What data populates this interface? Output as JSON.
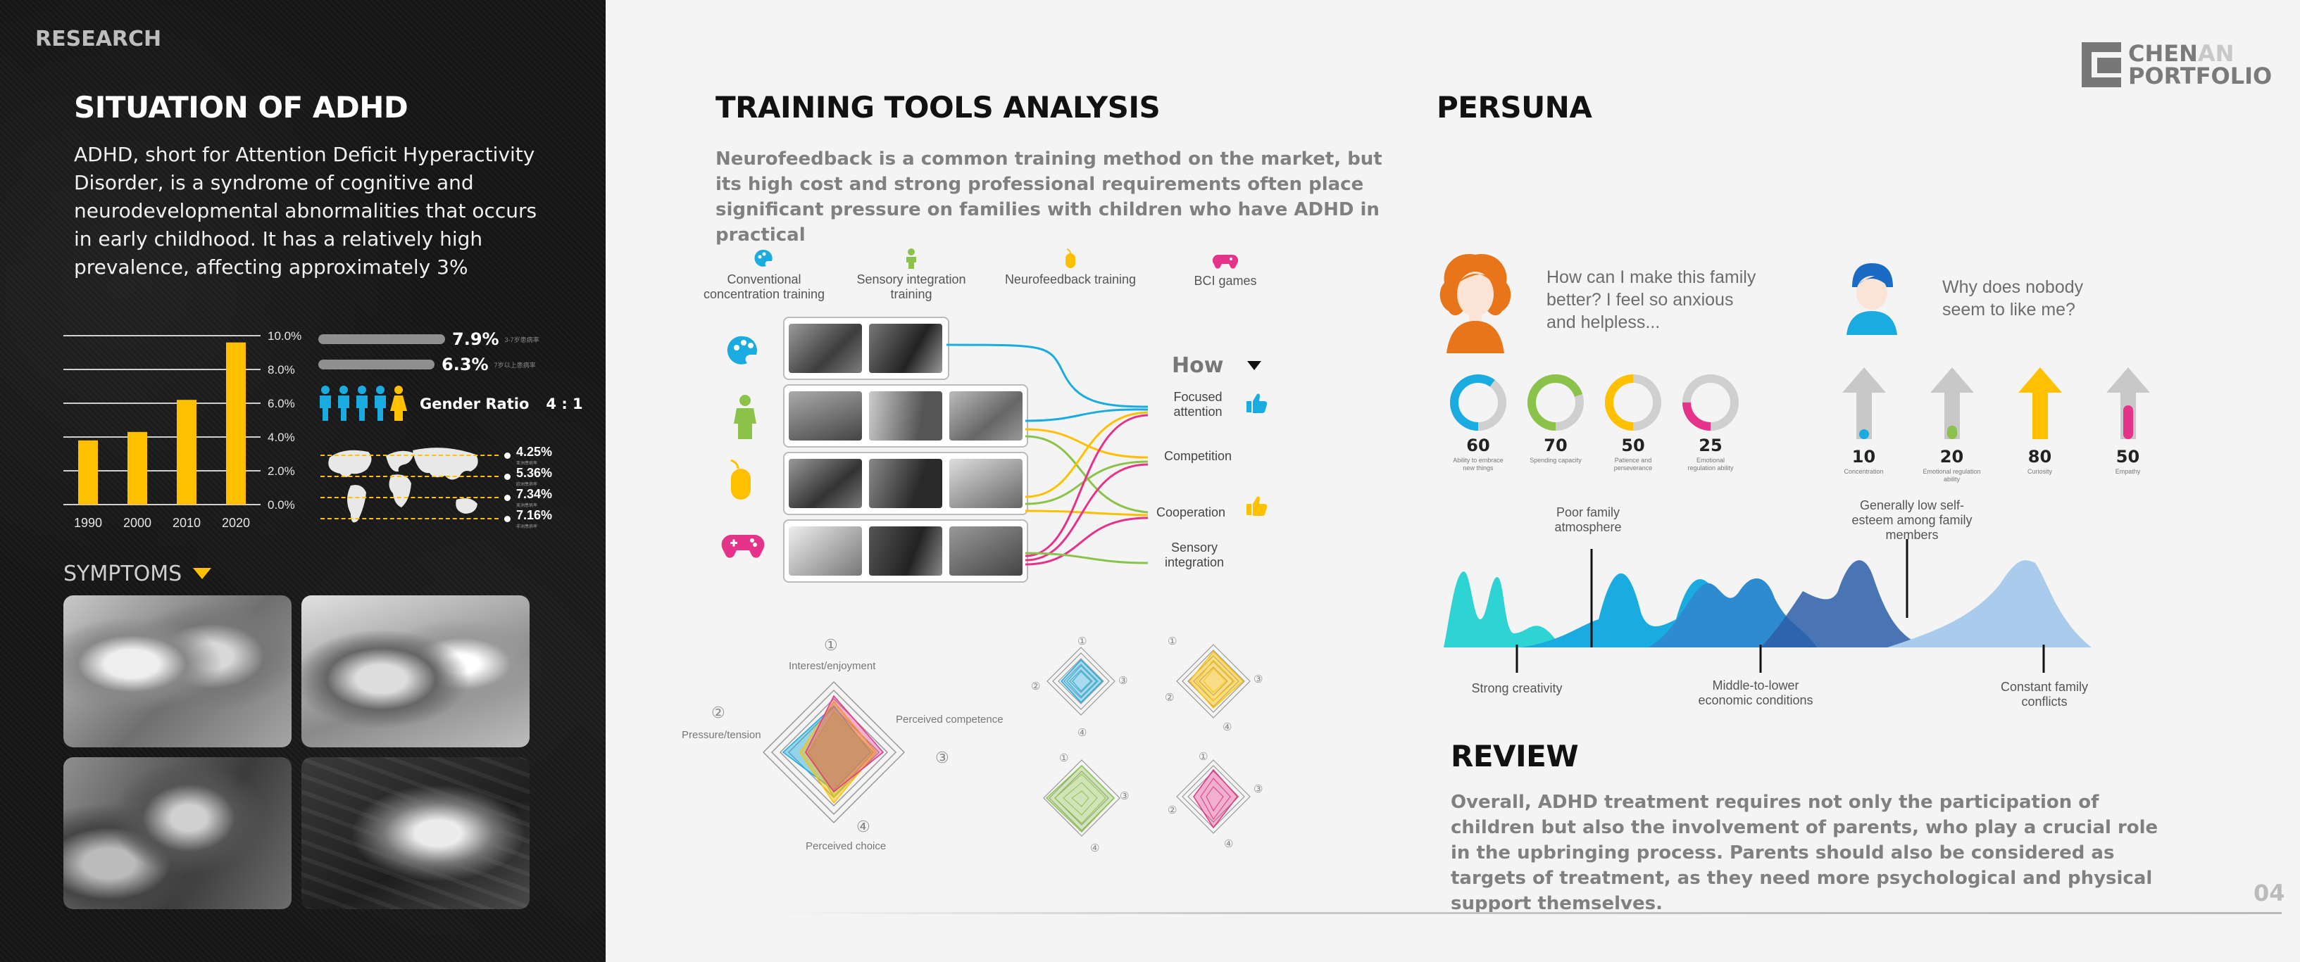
{
  "left": {
    "section_label": "RESEARCH",
    "title": "SITUATION OF ADHD",
    "intro": "ADHD, short for Attention Deficit Hyperactivity Disorder, is a syndrome of cognitive and neurodevelopmental abnormalities that occurs in early childhood. It has a relatively high prevalence, affecting approximately 3%",
    "symptoms_label": "SYMPTOMS",
    "gender_ratio_label": "Gender Ratio",
    "gender_ratio_value": "4 : 1",
    "age_bars": [
      {
        "value": "7.9%",
        "caption": "3-7岁患病率",
        "fraction": 0.79
      },
      {
        "value": "6.3%",
        "caption": "7岁以上患病率",
        "fraction": 0.72
      }
    ],
    "map_stats": [
      {
        "value": "4.25%",
        "caption": "亚洲患病率"
      },
      {
        "value": "5.36%",
        "caption": "欧洲患病率"
      },
      {
        "value": "7.34%",
        "caption": "美洲患病率"
      },
      {
        "value": "7.16%",
        "caption": "非洲患病率"
      }
    ]
  },
  "chart_data": {
    "type": "bar",
    "categories": [
      "1990",
      "2000",
      "2010",
      "2020"
    ],
    "values": [
      3.8,
      4.3,
      6.2,
      9.6
    ],
    "ylim": [
      0,
      10
    ],
    "yticks": [
      "10.0%",
      "8.0%",
      "6.0%",
      "4.0%",
      "2.0%",
      "0.0%"
    ],
    "bar_color": "#FFC000",
    "grid": true
  },
  "training": {
    "title": "TRAINING TOOLS ANALYSIS",
    "intro": "Neurofeedback is a common training method on the market, but its high cost and strong professional requirements often place significant pressure on families with children who have ADHD in practical",
    "tools": [
      {
        "label": "Conventional concentration training",
        "icon": "palette-icon",
        "color": "#1AACE0"
      },
      {
        "label": "Sensory integration training",
        "icon": "child-icon",
        "color": "#8BC34A"
      },
      {
        "label": "Neurofeedback training",
        "icon": "mouse-icon",
        "color": "#FFC000"
      },
      {
        "label": "BCI games",
        "icon": "gamepad-icon",
        "color": "#E6338A"
      }
    ],
    "how_label": "How",
    "outcomes": [
      "Focused attention",
      "Competition",
      "Cooperation",
      "Sensory integration"
    ],
    "radar_labels": {
      "top": "Interest/enjoyment",
      "left": "Pressure/tension",
      "right": "Perceived competence",
      "bottom": "Perceived choice"
    },
    "radar_numbers": [
      "①",
      "②",
      "③",
      "④"
    ]
  },
  "persona": {
    "title": "PERSUNA",
    "parent_quote": "How can I make this family better? I feel so anxious and helpless...",
    "child_quote": "Why does nobody seem to like me?",
    "parent_scores": [
      {
        "value": "60",
        "label": "Ability to embrace new things",
        "fraction": 0.6,
        "color": "#1AACE0"
      },
      {
        "value": "70",
        "label": "Spending capacity",
        "fraction": 0.7,
        "color": "#8BC34A"
      },
      {
        "value": "50",
        "label": "Patience and perseverance",
        "fraction": 0.5,
        "color": "#FFC000"
      },
      {
        "value": "25",
        "label": "Emotional regulation ability",
        "fraction": 0.25,
        "color": "#E6338A"
      }
    ],
    "child_scores": [
      {
        "value": "10",
        "label": "Concentration",
        "fraction": 0.1,
        "color": "#1AACE0"
      },
      {
        "value": "20",
        "label": "Emotional regulation ability",
        "fraction": 0.2,
        "color": "#8BC34A"
      },
      {
        "value": "80",
        "label": "Curiosity",
        "fraction": 0.8,
        "color": "#FFC000"
      },
      {
        "value": "50",
        "label": "Empathy",
        "fraction": 0.5,
        "color": "#E6338A"
      }
    ],
    "timeline_labels_top": [
      "Poor family atmosphere",
      "Generally low self-esteem among family members"
    ],
    "timeline_labels_bottom": [
      "Strong creativity",
      "Middle-to-lower economic conditions",
      "Constant family conflicts"
    ]
  },
  "review": {
    "title": "REVIEW",
    "text": "Overall, ADHD treatment requires not only the participation of children but also the involvement of parents, who play a crucial role in the upbringing process. Parents should also be considered as targets of treatment, as they need more psychological and physical support themselves."
  },
  "brand": {
    "line1a": "CHEN",
    "line1b": "AN",
    "line2": "PORTFOLIO"
  },
  "page_number": "04",
  "colors": {
    "yellow": "#FFC000",
    "blue": "#1AACE0",
    "green": "#8BC34A",
    "pink": "#E6338A",
    "dark_blue": "#2B5EA8"
  }
}
